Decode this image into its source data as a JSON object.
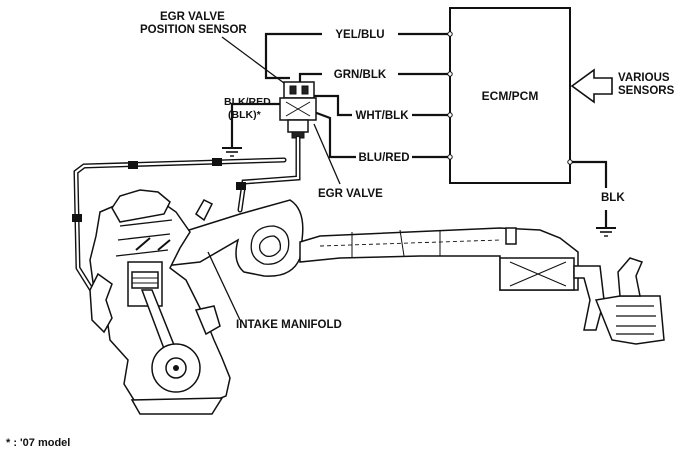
{
  "labels": {
    "egr_sensor_line1": "EGR VALVE",
    "egr_sensor_line2": "POSITION SENSOR",
    "wire_yel_blu": "YEL/BLU",
    "wire_grn_blk": "GRN/BLK",
    "wire_wht_blk": "WHT/BLK",
    "wire_blu_red": "BLU/RED",
    "wire_blk_red_line1": "BLK/RED",
    "wire_blk_red_line2": "(BLK)*",
    "ecm": "ECM/PCM",
    "various_line1": "VARIOUS",
    "various_line2": "SENSORS",
    "egr_valve": "EGR VALVE",
    "blk": "BLK",
    "intake_manifold": "INTAKE MANIFOLD",
    "footnote": "* : '07 model"
  }
}
